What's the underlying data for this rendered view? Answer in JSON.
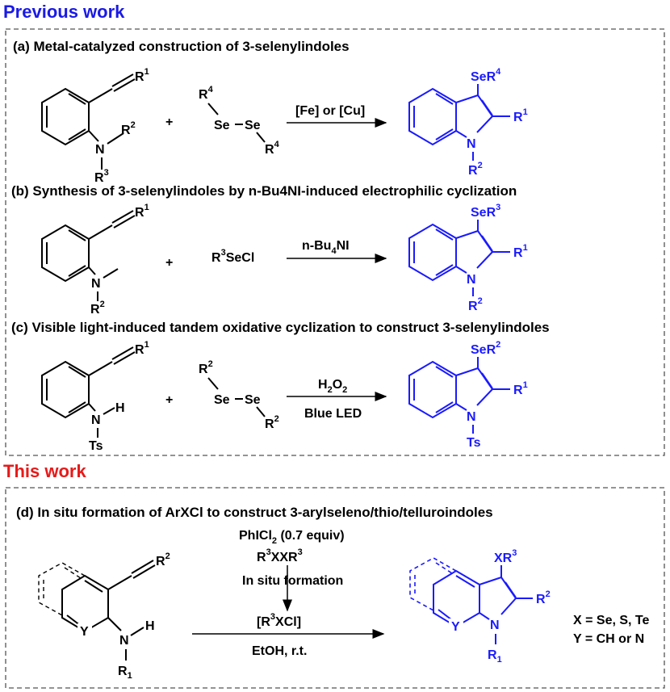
{
  "headers": {
    "previous": "Previous work",
    "this": "This work"
  },
  "colors": {
    "previous": "#1a1ae6",
    "this": "#e61a1a",
    "product": "#1a1aff"
  },
  "sections": {
    "a": {
      "title": "(a)  Metal-catalyzed construction of 3-selenylindoles",
      "condition": "[Fe] or [Cu]"
    },
    "b": {
      "title": "(b) Synthesis of 3-selenylindoles by n-Bu4NI-induced electrophilic cyclization",
      "reagent": "R3SeCl",
      "condition": "n-Bu4NI"
    },
    "c": {
      "title": "(c) Visible light-induced tandem oxidative cyclization to construct 3-selenylindoles",
      "condition_top": "H2O2",
      "condition_bottom": "Blue LED"
    },
    "d": {
      "title": "(d) In situ formation of ArXCl to construct 3-arylseleno/thio/telluroindoles",
      "oxidant": "PhICl2 (0.7 equiv)",
      "reagent": "R3XXR3",
      "insitu": "In situ formation",
      "intermediate": "[R3XCl]",
      "condition": "EtOH, r.t.",
      "note_x": "X = Se, S, Te",
      "note_y": "Y = CH or N"
    }
  },
  "plus": "+"
}
